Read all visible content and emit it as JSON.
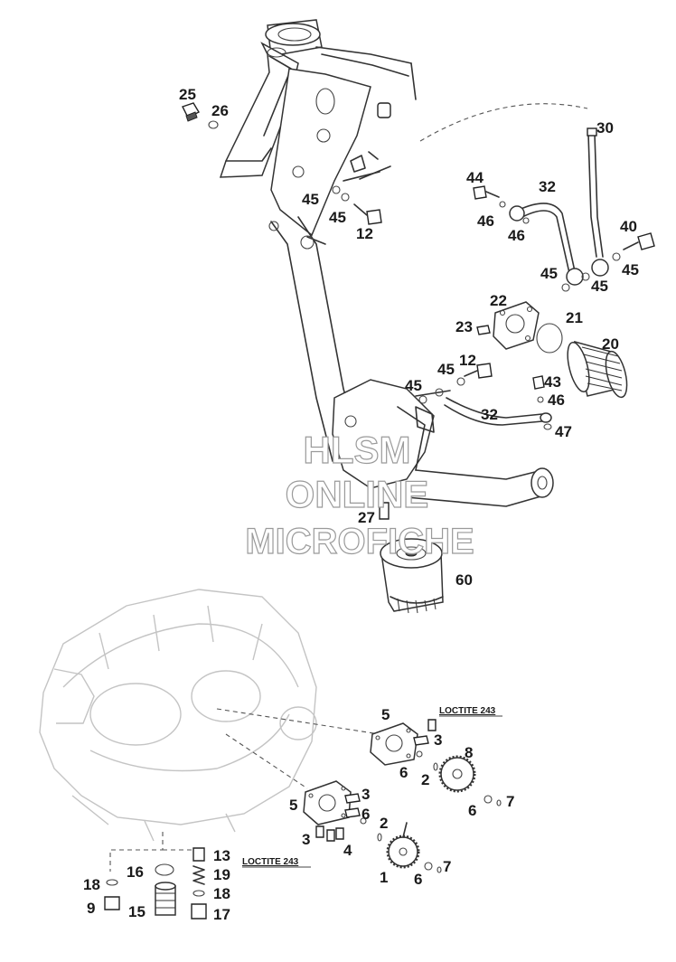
{
  "watermark": {
    "line1": "HLSM",
    "line2": "ONLINE",
    "line3": "MICROFICHE"
  },
  "notes": {
    "loctite_top": "LOCTITE 243",
    "loctite_bottom": "LOCTITE 243"
  },
  "callouts": {
    "c25": "25",
    "c26": "26",
    "c30": "30",
    "c44": "44",
    "c32a": "32",
    "c46a": "46",
    "c46b": "46",
    "c40": "40",
    "c45a": "45",
    "c45b": "45",
    "c45c": "45",
    "c45d": "45",
    "c45e": "45",
    "c12a": "12",
    "c22": "22",
    "c21": "21",
    "c23": "23",
    "c20": "20",
    "c45f": "45",
    "c45g": "45",
    "c12b": "12",
    "c43": "43",
    "c46c": "46",
    "c32b": "32",
    "c47": "47",
    "c27": "27",
    "c60": "60",
    "c5a": "5",
    "c3a": "3",
    "c8": "8",
    "c6a": "6",
    "c2a": "2",
    "c6b": "6",
    "c7a": "7",
    "c5b": "5",
    "c3b": "3",
    "c6c": "6",
    "c2b": "2",
    "c3c": "3",
    "c4": "4",
    "c1": "1",
    "c6d": "6",
    "c7b": "7",
    "c13": "13",
    "c16": "16",
    "c19": "19",
    "c18a": "18",
    "c18b": "18",
    "c9": "9",
    "c15": "15",
    "c17": "17"
  }
}
